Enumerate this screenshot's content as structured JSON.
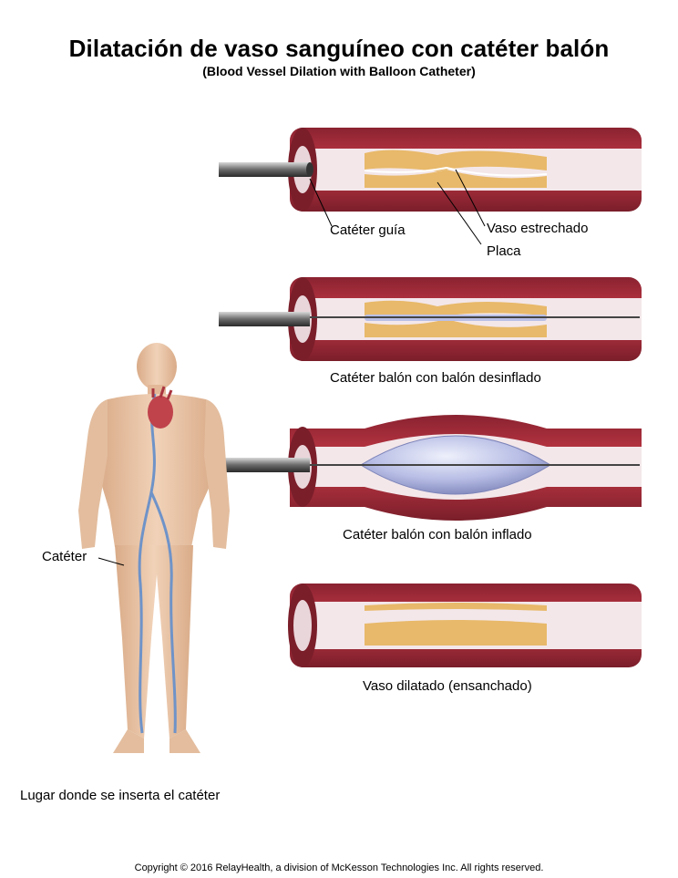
{
  "title": "Dilatación de vaso sanguíneo con catéter balón",
  "subtitle": "(Blood Vessel Dilation with Balloon Catheter)",
  "labels": {
    "guide_catheter": "Catéter guía",
    "narrowed_vessel": "Vaso estrechado",
    "plaque": "Placa",
    "deflated": "Catéter balón con balón desinflado",
    "inflated": "Catéter balón con balón inflado",
    "dilated": "Vaso dilatado (ensanchado)",
    "catheter": "Catéter",
    "insertion_site": "Lugar donde se inserta el catéter"
  },
  "copyright": "Copyright © 2016 RelayHealth, a division of McKesson Technologies Inc. All rights reserved.",
  "colors": {
    "vessel_wall": "#b8323e",
    "vessel_dark": "#7a1e2a",
    "lumen": "#f3e7ea",
    "plaque": "#e8b96a",
    "balloon": "#b9bfe6",
    "skin": "#ecc7a8",
    "vein": "#6f93c8"
  }
}
